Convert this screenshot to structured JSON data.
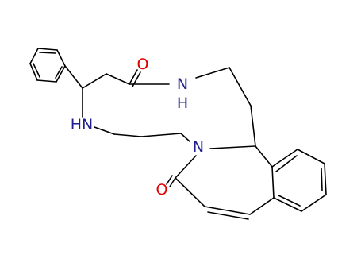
{
  "structure": {
    "atom_labels": {
      "carbonyl_oxygen_top": "O",
      "amide_nh_top": "N",
      "amide_nh_top_h": "H",
      "amine_nh": "HN",
      "lactam_nitrogen": "N",
      "carbonyl_oxygen_bottom": "O"
    }
  },
  "colors": {
    "bond": "#000000",
    "oxygen": "#e00000",
    "nitrogen": "#1f1f8f"
  }
}
